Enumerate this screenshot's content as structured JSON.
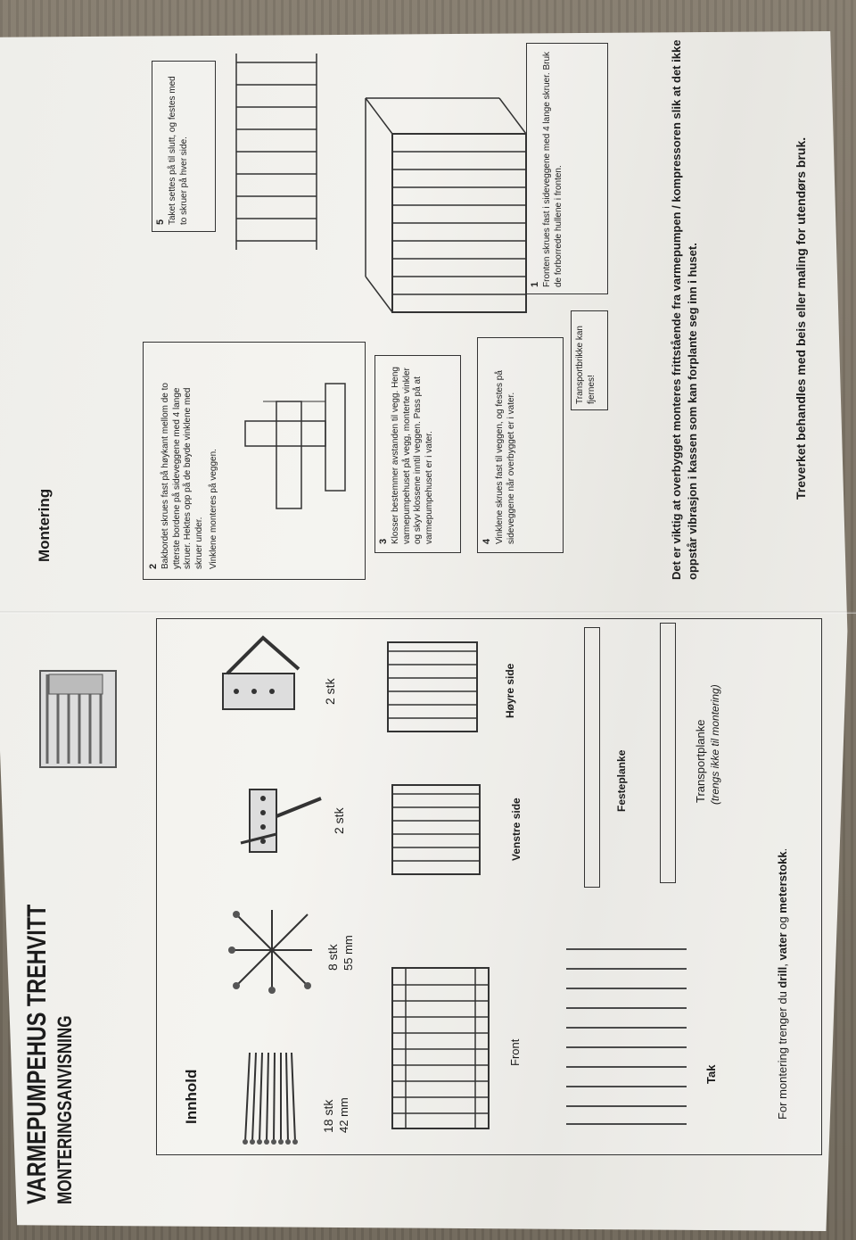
{
  "document": {
    "title": "VARMEPUMPEHUS TREHVITT",
    "subtitle": "MONTERINGSANVISNING",
    "contents_heading": "Innhold",
    "items": [
      {
        "qty": "18 stk",
        "size": "42 mm"
      },
      {
        "qty": "8 stk",
        "size": "55 mm"
      },
      {
        "qty": "2 stk"
      },
      {
        "qty": "2 stk"
      }
    ],
    "parts": {
      "front": "Front",
      "left": "Venstre side",
      "right": "Høyre side",
      "roof": "Tak",
      "fixing_plank": "Festeplanke",
      "transport_plank": "Transportplanke",
      "transport_note": "(trengs ikke til montering)"
    },
    "tools": {
      "prefix": "For montering trenger du ",
      "drill": "drill",
      "comma": ", ",
      "level": "vater",
      "and": " og ",
      "ruler": "meterstokk",
      "period": "."
    },
    "assembly_heading": "Montering",
    "steps": [
      {
        "n": "1",
        "text": "Fronten skrues fast i sideveggene med 4 lange skruer. Bruk de forborrede hullene i fronten."
      },
      {
        "n": "2",
        "text": "Bakbordet skrues fast på høykant mellom de to ytterste bordene på sideveggene med 4 lange skruer. Hektes opp på de bøyde vinklene med skruer under.",
        "text2": "Vinklene monteres på veggen."
      },
      {
        "n": "3",
        "text": "Klosser bestemmer avstanden til vegg. Heng varmepumpehuset på vegg, monterte vinkler og skyv klossene inntil veggen. Pass på at varmepumpehuset er i vater."
      },
      {
        "n": "4",
        "text": "Vinklene skrues fast til veggen, og festes på sideveggene når overbygget er i vater."
      },
      {
        "n": "5",
        "text": "Taket settes på til slutt, og festes med to skruer på hver side."
      }
    ],
    "transport_label": "Transportbrikke kan fjernes!",
    "note": "Det er viktig at overbygget monteres frittstående fra varmepumpen / kompressoren slik at det ikke oppstår vibrasjon i kassen som kan forplante seg inn i huset.",
    "treatment": "Treverket behandles med beis eller maling for utendørs bruk."
  }
}
